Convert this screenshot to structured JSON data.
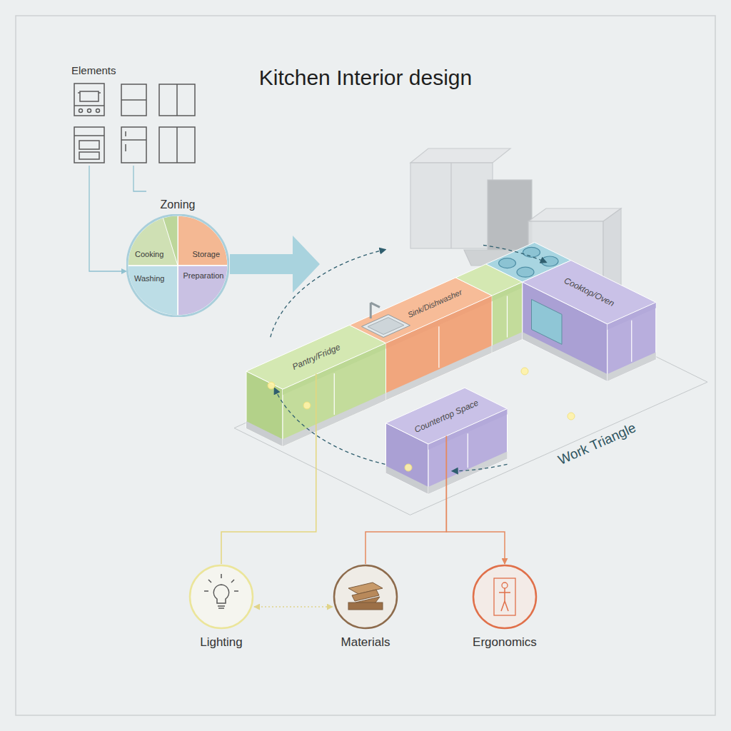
{
  "diagram": {
    "title": "Kitchen Interior design",
    "nodes": [
      {
        "text": [
          "Zoning"
        ]
      },
      {
        "text": [
          "Cooking"
        ],
        "in": 0
      },
      {
        "text": [
          "Storage"
        ],
        "in": 0
      },
      {
        "text": [
          "Washing"
        ],
        "in": 0
      },
      {
        "text": [
          "Preparation"
        ],
        "in": 0
      },
      {
        "text": [
          "Pantry/Fridge"
        ]
      },
      {
        "text": [
          "Sink/Dishwasher"
        ]
      },
      {
        "text": [
          "Cooktop/Oven"
        ]
      },
      {
        "text": [
          "Countertop Space"
        ]
      },
      {
        "text": [
          "Lighting"
        ]
      },
      {
        "text": [
          "Materials"
        ]
      },
      {
        "text": [
          "Ergonomics"
        ]
      }
    ],
    "edges": [
      {
        "from": 5,
        "to": 9,
        "arrow": "none"
      },
      {
        "from": 8,
        "to": 10,
        "arrow": "none"
      },
      {
        "from": 8,
        "to": 11,
        "arrow": "to"
      },
      {
        "from": 9,
        "to": 10,
        "arrow": "both"
      }
    ],
    "labels": [
      "Elements",
      "Work Triangle"
    ]
  }
}
